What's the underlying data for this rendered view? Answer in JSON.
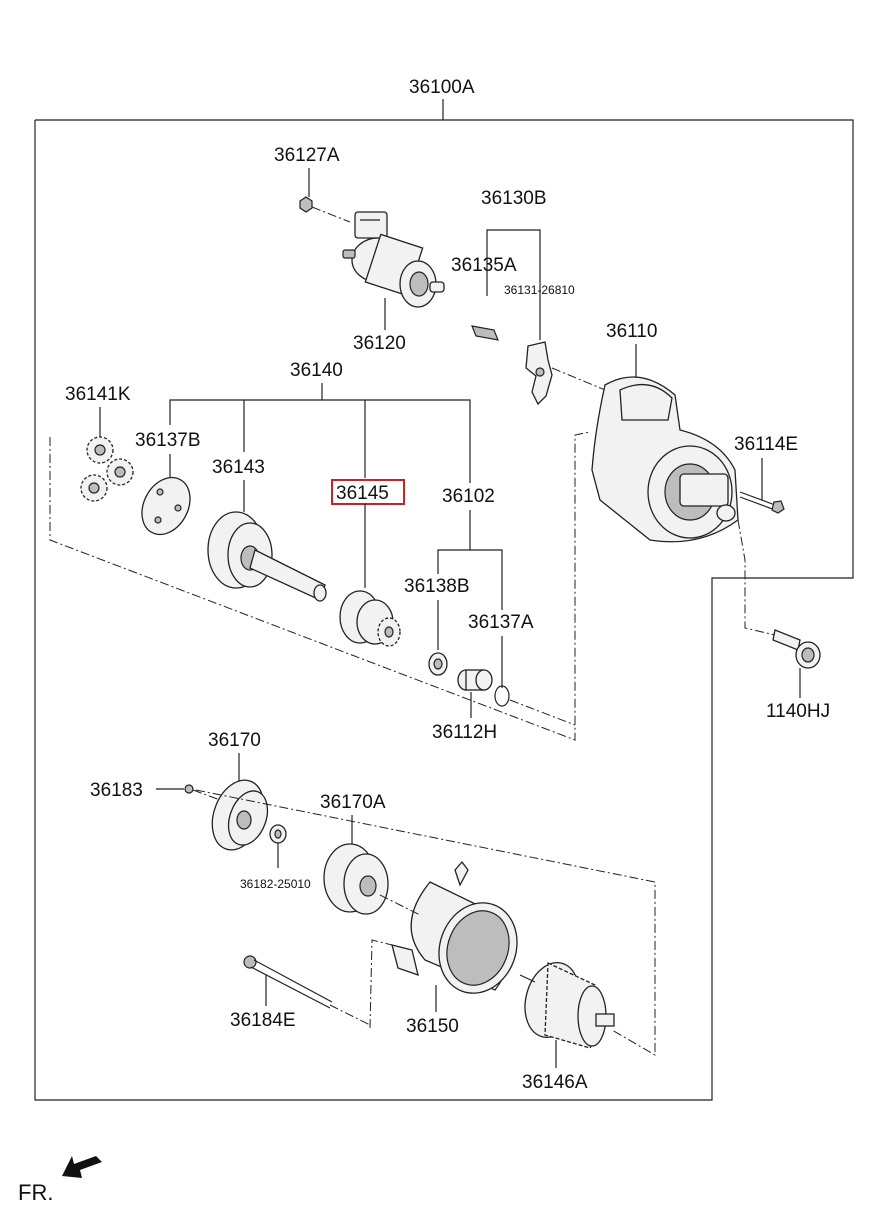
{
  "labels": {
    "assy": "36100A",
    "bolt_top": "36127A",
    "lever_set": "36130B",
    "lever_part": "36135A",
    "lever_ref": "36131-26810",
    "solenoid": "36120",
    "housing": "36110",
    "housing_bolt": "36114E",
    "drive_set": "36140",
    "gears": "36141K",
    "plate": "36137B",
    "clutch": "36143",
    "pinion": "36145",
    "shaft": "36102",
    "washer": "36138B",
    "ring": "36137A",
    "stopper": "36112H",
    "mount_bolt": "1140HJ",
    "end_cover": "36170",
    "screw": "36183",
    "holder": "36170A",
    "small_washer": "36182-25010",
    "through_bolt": "36184E",
    "yoke": "36150",
    "armature": "36146A"
  },
  "direction": "FR.",
  "highlight": "36145",
  "colors": {
    "highlight": "#d0201e",
    "line": "#222222"
  }
}
